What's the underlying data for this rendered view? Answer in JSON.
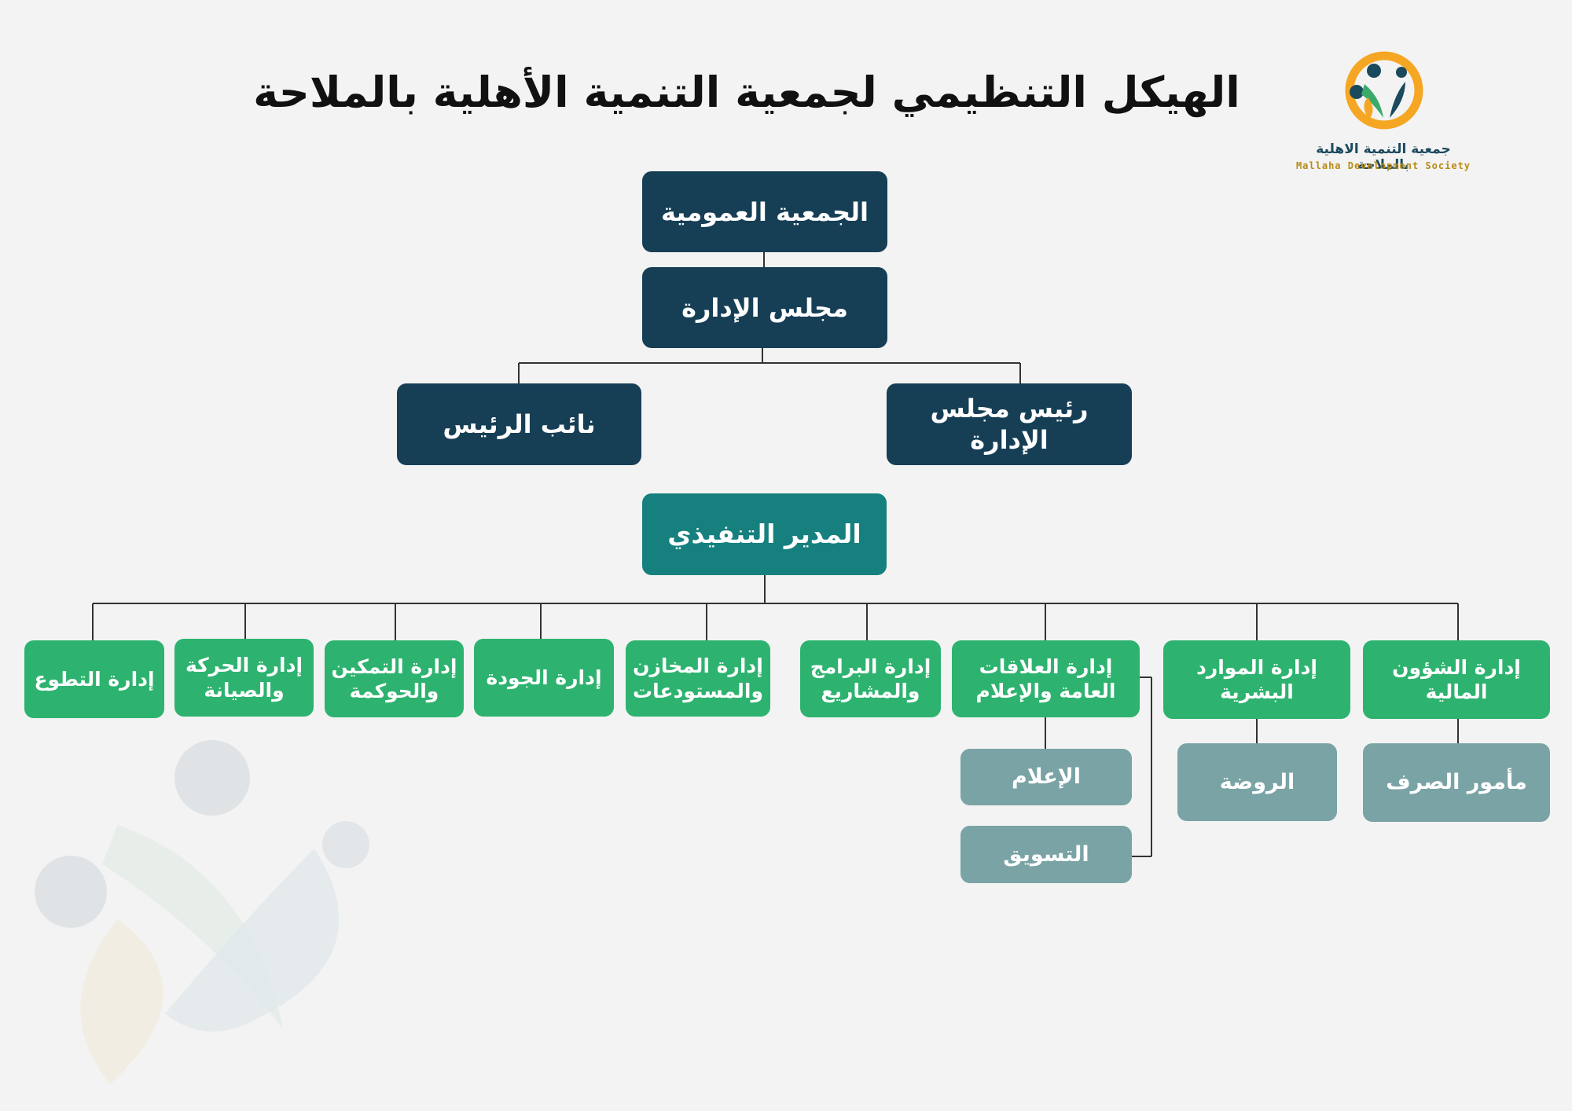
{
  "title": "الهيكل التنظيمي لجمعية التنمية الأهلية بالملاحة",
  "logo": {
    "name_ar": "جمعية التنمية الاهلية بالملاحة",
    "name_en": "Mallaha Development Society"
  },
  "colors": {
    "navy": "#163f56",
    "teal": "#16807f",
    "green": "#2db36f",
    "grey": "#7aa3a5",
    "line": "#333333",
    "logo_orange": "#f5a623",
    "logo_blue": "#1b4a5e",
    "logo_green": "#3aaa6a"
  },
  "org": {
    "general_assembly": "الجمعية العمومية",
    "board": "مجلس الإدارة",
    "chairman": "رئيس مجلس الإدارة",
    "vice_chairman": "نائب الرئيس",
    "executive_director": "المدير التنفيذي",
    "departments": [
      "إدارة الشؤون المالية",
      "إدارة الموارد البشرية",
      "إدارة العلاقات العامة والإعلام",
      "إدارة البرامج والمشاريع",
      "إدارة المخازن والمستودعات",
      "إدارة الجودة",
      "إدارة التمكين والحوكمة",
      "إدارة الحركة والصيانة",
      "إدارة التطوع"
    ],
    "units": {
      "finance_sub": "مأمور الصرف",
      "hr_sub": "الروضة",
      "media_sub": "الإعلام",
      "marketing_sub": "التسويق"
    }
  }
}
